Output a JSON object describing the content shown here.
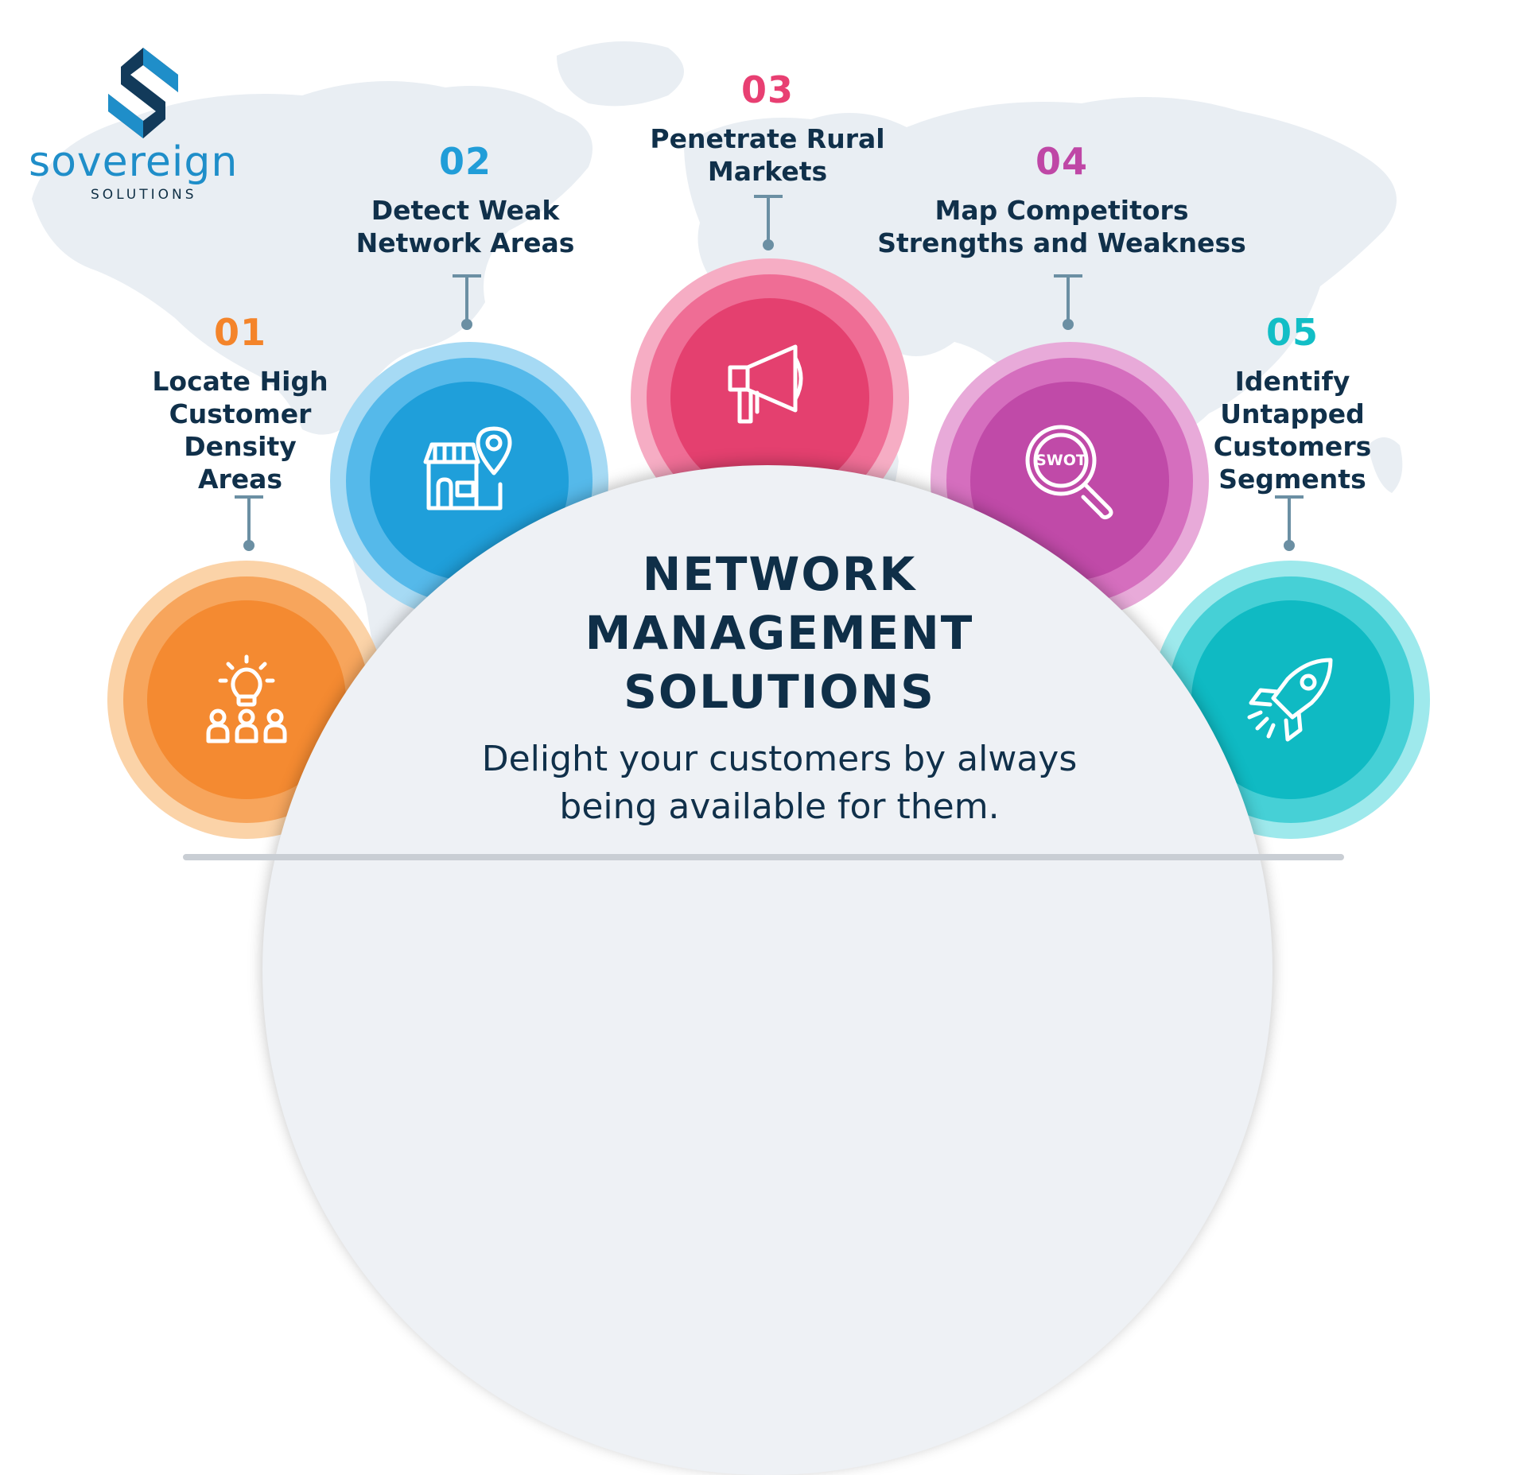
{
  "brand": {
    "name": "sovereign",
    "tagline": "SOLUTIONS",
    "primary_color": "#1f8ec9",
    "dark_color": "#0f2f45"
  },
  "title": "NETWORK MANAGEMENT SOLUTIONS",
  "subtitle": "Delight your customers by always being available for them.",
  "steps": [
    {
      "number": "01",
      "label": "Locate High Customer Density Areas",
      "color": "#f4842a",
      "icon": "idea-people-icon"
    },
    {
      "number": "02",
      "label": "Detect Weak Network Areas",
      "color": "#219dd8",
      "icon": "store-location-icon"
    },
    {
      "number": "03",
      "label": "Penetrate Rural Markets",
      "color": "#e83f72",
      "icon": "megaphone-icon"
    },
    {
      "number": "04",
      "label": "Map Competitors Strengths and Weakness",
      "color": "#bf47a6",
      "icon": "swot-magnifier-icon"
    },
    {
      "number": "05",
      "label": "Identify Untapped Customers Segments",
      "color": "#12bec6",
      "icon": "rocket-icon"
    }
  ]
}
